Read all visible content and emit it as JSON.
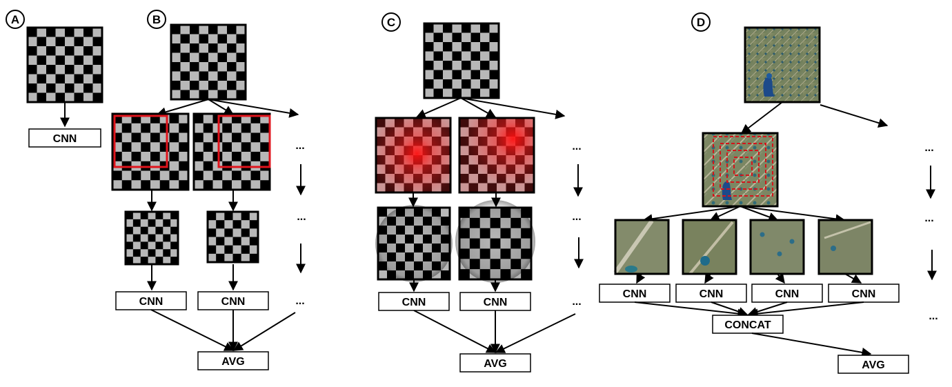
{
  "panels": {
    "a": {
      "label": "A",
      "cnn": "CNN"
    },
    "b": {
      "label": "B",
      "cnn": [
        "CNN",
        "CNN"
      ],
      "avg": "AVG",
      "more": "..."
    },
    "c": {
      "label": "C",
      "cnn": [
        "CNN",
        "CNN"
      ],
      "avg": "AVG",
      "more": "..."
    },
    "d": {
      "label": "D",
      "cnn": [
        "CNN",
        "CNN",
        "CNN",
        "CNN"
      ],
      "concat": "CONCAT",
      "avg": "AVG",
      "more": "..."
    }
  },
  "colors": {
    "checker_dark": "#000000",
    "checker_light": "#b8b8b8",
    "crop_box": "#e0141c",
    "distortion": "#ff2020",
    "photo_green": "#6f7d57",
    "photo_blue": "#1f4c7a",
    "patch_box": "#d4141a"
  }
}
